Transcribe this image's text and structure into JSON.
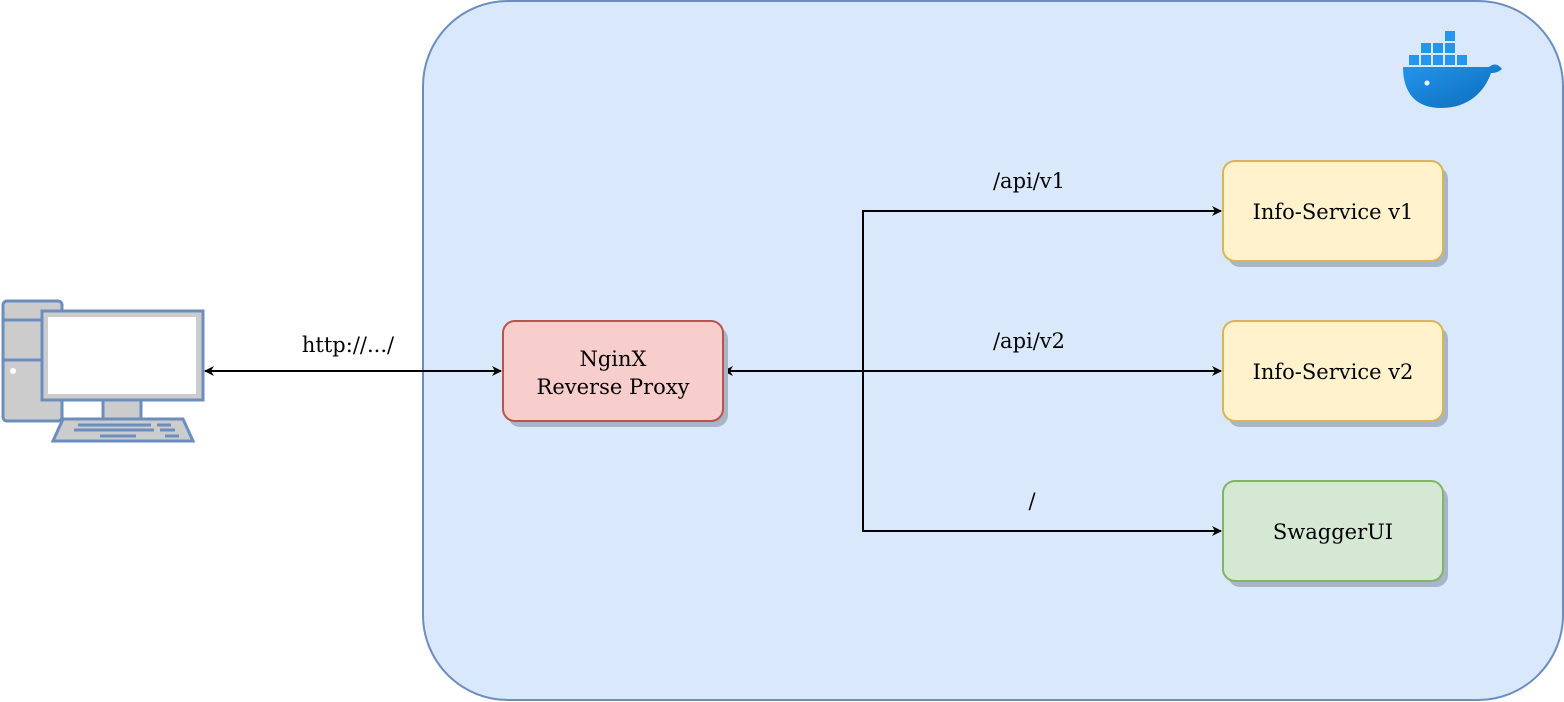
{
  "diagram": {
    "client": {
      "icon": "desktop-computer-icon"
    },
    "container": {
      "icon": "docker-whale-icon",
      "fill": "#dae8fc",
      "stroke": "#6c8ebf"
    },
    "proxy": {
      "line1": "NginX",
      "line2": "Reverse Proxy",
      "fill": "#f8cecc",
      "stroke": "#b85450"
    },
    "services": [
      {
        "label": "Info-Service v1",
        "route": "/api/v1",
        "fill": "#fff2cc",
        "stroke": "#d6b656"
      },
      {
        "label": "Info-Service v2",
        "route": "/api/v2",
        "fill": "#fff2cc",
        "stroke": "#d6b656"
      },
      {
        "label": "SwaggerUI",
        "route": "/",
        "fill": "#d5e8d4",
        "stroke": "#82b366"
      }
    ],
    "client_link": {
      "label": "http://.../"
    }
  }
}
